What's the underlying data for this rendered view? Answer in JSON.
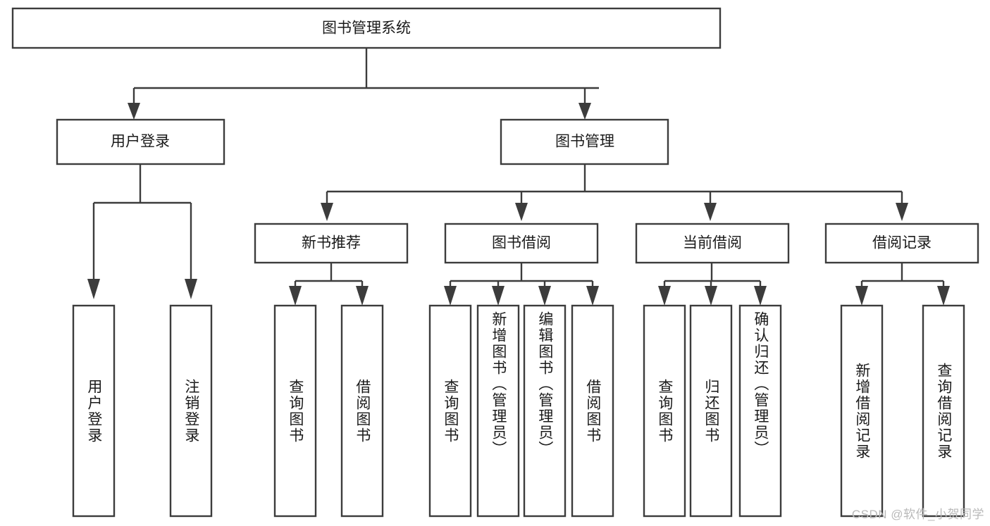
{
  "diagram": {
    "title": "图书管理系统",
    "watermark": "CSDN @软件_小贺同学",
    "colors": {
      "stroke": "#3c3c3c",
      "fill": "#ffffff",
      "text": "#1a1a1a",
      "watermark": "#b9b9b9",
      "background": "#ffffff"
    },
    "nodes": {
      "root": {
        "label": "图书管理系统"
      },
      "level2": [
        {
          "label": "用户登录"
        },
        {
          "label": "图书管理"
        }
      ],
      "level3": [
        {
          "label": "新书推荐"
        },
        {
          "label": "图书借阅"
        },
        {
          "label": "当前借阅"
        },
        {
          "label": "借阅记录"
        }
      ],
      "leaves": [
        {
          "label": "用户登录",
          "parent": "用户登录"
        },
        {
          "label": "注销登录",
          "parent": "用户登录"
        },
        {
          "label": "查询图书",
          "parent": "新书推荐"
        },
        {
          "label": "借阅图书",
          "parent": "新书推荐"
        },
        {
          "label": "查询图书",
          "parent": "图书借阅"
        },
        {
          "label": "新增图书（管理员）",
          "parent": "图书借阅"
        },
        {
          "label": "编辑图书（管理员）",
          "parent": "图书借阅"
        },
        {
          "label": "借阅图书",
          "parent": "图书借阅"
        },
        {
          "label": "查询图书",
          "parent": "当前借阅"
        },
        {
          "label": "归还图书",
          "parent": "当前借阅"
        },
        {
          "label": "确认归还（管理员）",
          "parent": "当前借阅"
        },
        {
          "label": "新增借阅记录",
          "parent": "借阅记录"
        },
        {
          "label": "查询借阅记录",
          "parent": "借阅记录"
        }
      ]
    }
  }
}
